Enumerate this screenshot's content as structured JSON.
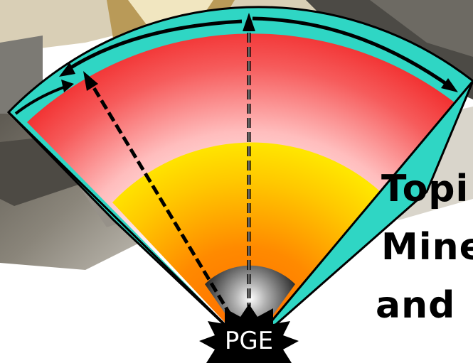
{
  "source_label": "PGE",
  "side_text": {
    "line1": "Topi",
    "line2": "Mine",
    "line3": "and"
  },
  "colors": {
    "crust": "#2fd6c4",
    "mantle_outer": "#f01e1e",
    "mantle_inner": "#ffffff",
    "core_outer": "#ffe600",
    "core_inner": "#ff6a00",
    "source_starburst": "#000000",
    "arrows": "#000000"
  },
  "icons": {
    "source": "starburst-icon"
  }
}
